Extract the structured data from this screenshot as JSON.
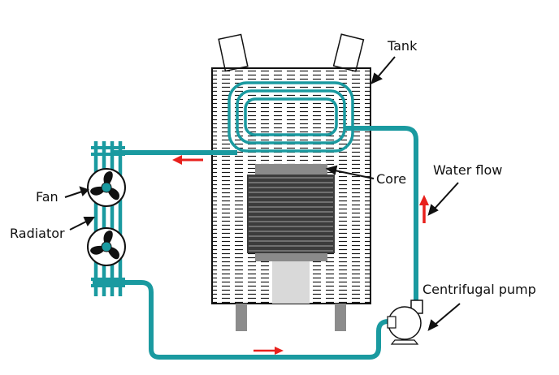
{
  "labels": {
    "tank": "Tank",
    "core": "Core",
    "water_flow": "Water flow",
    "fan": "Fan",
    "radiator": "Radiator",
    "pump": "Centrifugal pump"
  },
  "colors": {
    "pipe": "#1a9aa0",
    "arrow": "#e8201c",
    "outline": "#111111",
    "core_dark": "#3c3c3c",
    "core_mid": "#8a8a8a",
    "base_light": "#d9d9d9",
    "leg": "#8c8c8c"
  }
}
